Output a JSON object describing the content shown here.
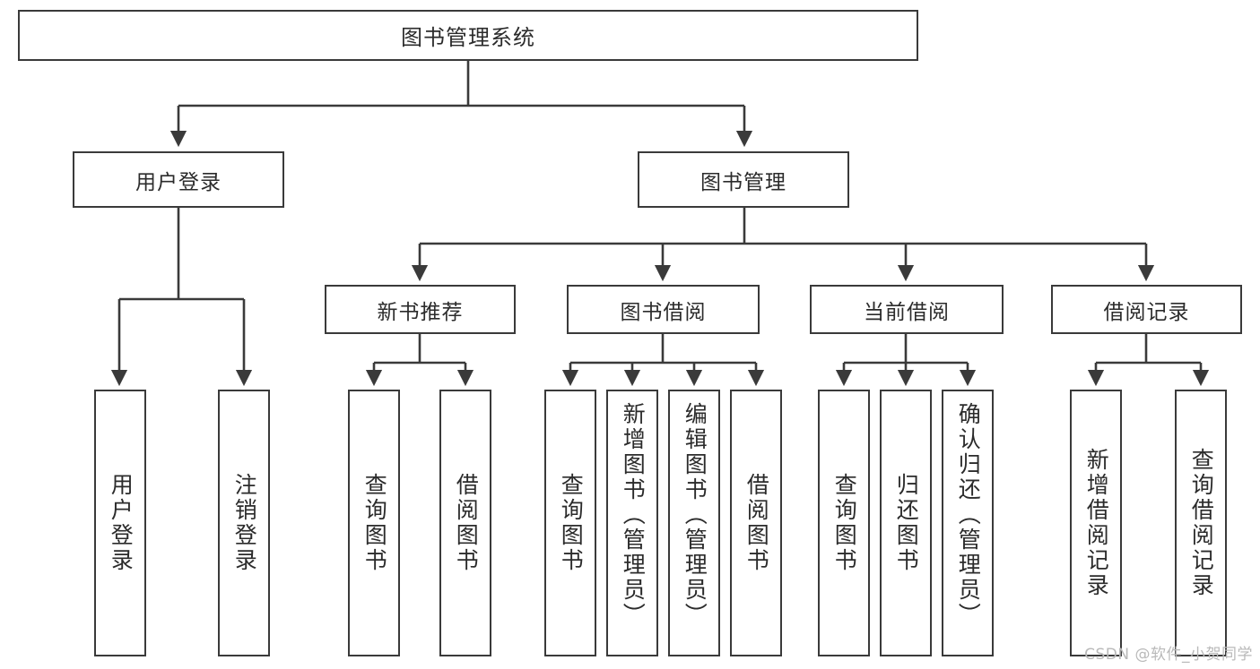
{
  "diagram": {
    "type": "tree",
    "title": "图书管理系统",
    "root": {
      "label": "图书管理系统"
    },
    "level2": [
      {
        "label": "用户登录"
      },
      {
        "label": "图书管理"
      }
    ],
    "level3": [
      {
        "label": "新书推荐"
      },
      {
        "label": "图书借阅"
      },
      {
        "label": "当前借阅"
      },
      {
        "label": "借阅记录"
      }
    ],
    "leaves": {
      "user_login": [
        {
          "label": "用户登录"
        },
        {
          "label": "注销登录"
        }
      ],
      "new_book": [
        {
          "label": "查询图书"
        },
        {
          "label": "借阅图书"
        }
      ],
      "book_borrow": [
        {
          "label": "查询图书"
        },
        {
          "label": "新增图书（管理员）"
        },
        {
          "label": "编辑图书（管理员）"
        },
        {
          "label": "借阅图书"
        }
      ],
      "current_borrow": [
        {
          "label": "查询图书"
        },
        {
          "label": "归还图书"
        },
        {
          "label": "确认归还（管理员）"
        }
      ],
      "borrow_record": [
        {
          "label": "新增借阅记录"
        },
        {
          "label": "查询借阅记录"
        }
      ]
    }
  },
  "watermark": {
    "text": "CSDN @软件_小贺同学"
  },
  "colors": {
    "border": "#3a3a3a",
    "text": "#2b2b2b",
    "background": "#ffffff",
    "watermark": "#b9b9b9"
  }
}
